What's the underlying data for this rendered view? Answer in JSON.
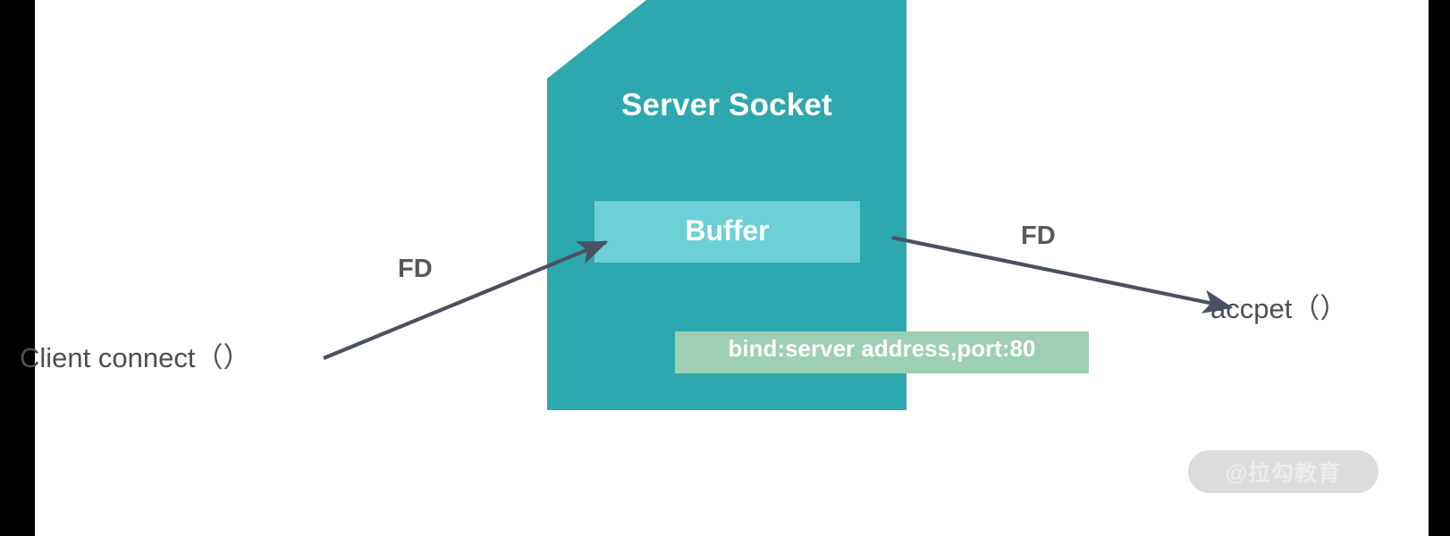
{
  "diagram": {
    "title": "Server Socket TCP connection diagram",
    "server_socket": {
      "title": "Server Socket",
      "fill_color": "#2CA8AE",
      "buffer": {
        "label": "Buffer",
        "fill_color": "#6CD0D6"
      },
      "bind": {
        "label": "bind:server address,port:80",
        "fill_color": "#9DCFB4"
      }
    },
    "nodes": {
      "client": "Client connect（）",
      "accept": "accpet（）"
    },
    "edges": [
      {
        "name": "client-to-buffer",
        "label": "FD",
        "from": "Client connect（）",
        "to": "Buffer",
        "color": "#4A5160"
      },
      {
        "name": "buffer-to-accept",
        "label": "FD",
        "from": "Buffer",
        "to": "accpet（）",
        "color": "#4A5160"
      }
    ],
    "watermark": {
      "text": "@拉勾教育",
      "pill_color": "#DCDCDC",
      "text_color": "#EDEDED"
    },
    "letterbox_color": "#000000",
    "background_color": "#FFFFFF"
  }
}
